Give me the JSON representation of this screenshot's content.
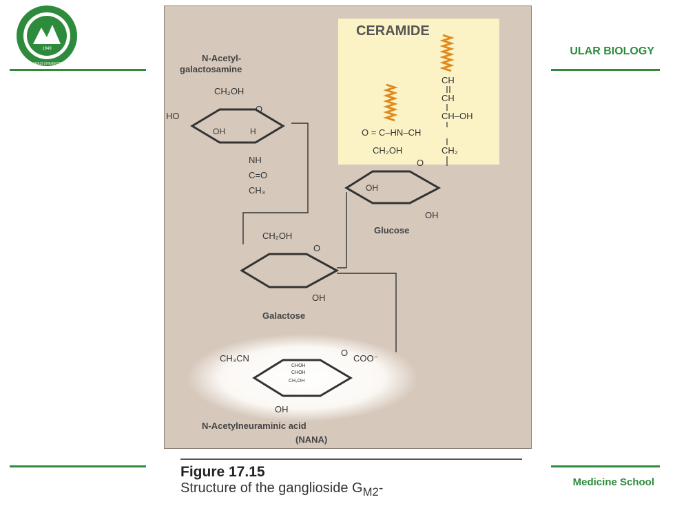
{
  "header": {
    "title": "ULAR BIOLOGY",
    "school": "Medicine School"
  },
  "logo": {
    "icon": "university-seal-icon",
    "text": "SHIHEZI UNIVERSITY",
    "year": "1949",
    "color": "#2e8b3c"
  },
  "figure": {
    "number": "Figure 17.15",
    "caption_prefix": "Structure of the ganglioside G",
    "caption_sub": "M2",
    "caption_suffix": "-"
  },
  "diagram": {
    "ceramide_label": "CERAMIDE",
    "ceramide_chain": [
      "CH",
      "CH",
      "CH–OH",
      "O = C–HN–CH",
      "CH₂"
    ],
    "galnac": {
      "name": [
        "N-Acetyl-",
        "galactosamine"
      ],
      "ch2oh": "CH₂OH",
      "nh": "NH",
      "co": "C=O",
      "ch3": "CH₃"
    },
    "glucose": {
      "name": "Glucose",
      "ch2oh": "CH₂OH"
    },
    "galactose": {
      "name": "Galactose",
      "ch2oh": "CH₂OH"
    },
    "nana": {
      "name": [
        "N-Acetylneuraminic acid",
        "(NANA)"
      ],
      "acetyl": "CH₃CN",
      "coo": "COO⁻",
      "ring_sub": [
        "CHOH",
        "CHOH",
        "CH₂OH"
      ]
    },
    "atoms": {
      "H": "H",
      "O": "O",
      "OH": "OH",
      "HO": "HO"
    }
  },
  "colors": {
    "accent": "#2e8b3c",
    "panel": "#d6c8bb",
    "ceramide_box": "#fbf3c6",
    "chain": "#e08a1c"
  }
}
